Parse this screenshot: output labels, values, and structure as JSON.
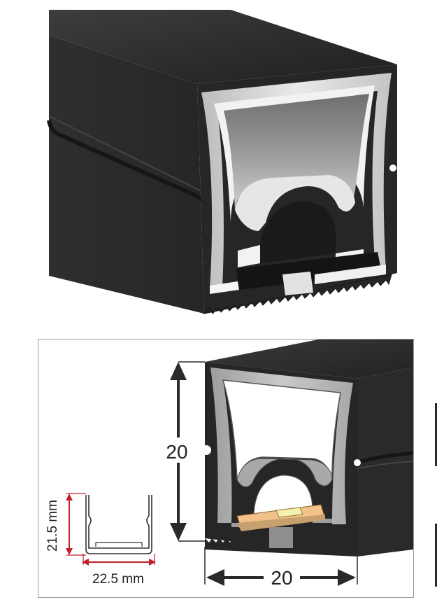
{
  "profile": {
    "height_label": "20",
    "width_label": "20"
  },
  "channel": {
    "height_label": "21.5 mm",
    "width_label": "22.5 mm"
  },
  "colors": {
    "body": "#2b2b2b",
    "diffuser": "#d6d6d6",
    "dimension_marker": "#c0202a",
    "led_strip": "#f2c28a",
    "led_chip": "#f5efb0"
  }
}
